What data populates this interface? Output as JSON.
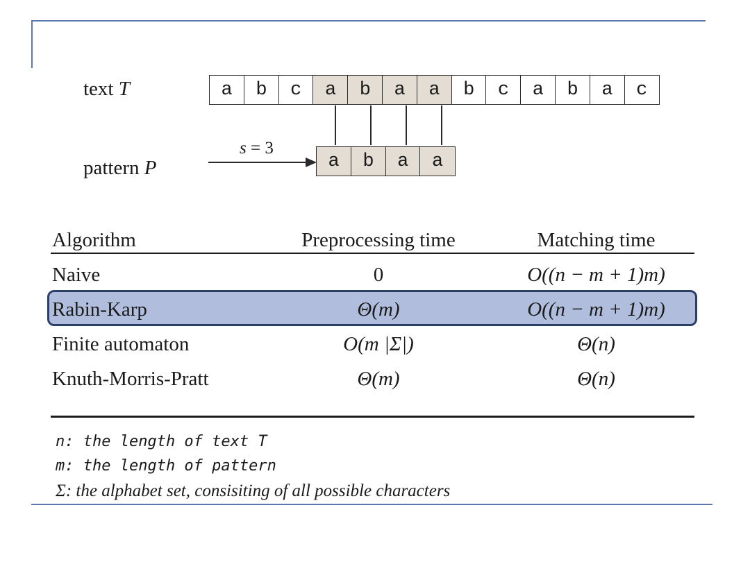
{
  "diagram": {
    "text_label_prefix": "text ",
    "text_label_var": "T",
    "pattern_label_prefix": "pattern ",
    "pattern_label_var": "P",
    "text_chars": [
      "a",
      "b",
      "c",
      "a",
      "b",
      "a",
      "a",
      "b",
      "c",
      "a",
      "b",
      "a",
      "c"
    ],
    "pattern_chars": [
      "a",
      "b",
      "a",
      "a"
    ],
    "shift_var": "s",
    "shift_eq": " = 3",
    "matched_start_index": 3,
    "shade_color": "#e3ddd3"
  },
  "table": {
    "headers": [
      "Algorithm",
      "Preprocessing time",
      "Matching time"
    ],
    "rows": [
      {
        "name": "Naive",
        "pre": "0",
        "match": "O((n − m + 1)m)"
      },
      {
        "name": "Rabin-Karp",
        "pre": "Θ(m)",
        "match": "O((n − m + 1)m)"
      },
      {
        "name": "Finite automaton",
        "pre": "O(m |Σ|)",
        "match": "Θ(n)"
      },
      {
        "name": "Knuth-Morris-Pratt",
        "pre": "Θ(m)",
        "match": "Θ(n)"
      }
    ],
    "highlighted_row": "Rabin-Karp",
    "highlight_color": "#b0bddc",
    "highlight_border": "#2c3f69"
  },
  "notes": {
    "n": "n: the length of text T",
    "m": "m: the length of pattern",
    "sigma": "Σ: the alphabet set, consisiting of all  possible characters"
  },
  "accent_color": "#5b78b0"
}
